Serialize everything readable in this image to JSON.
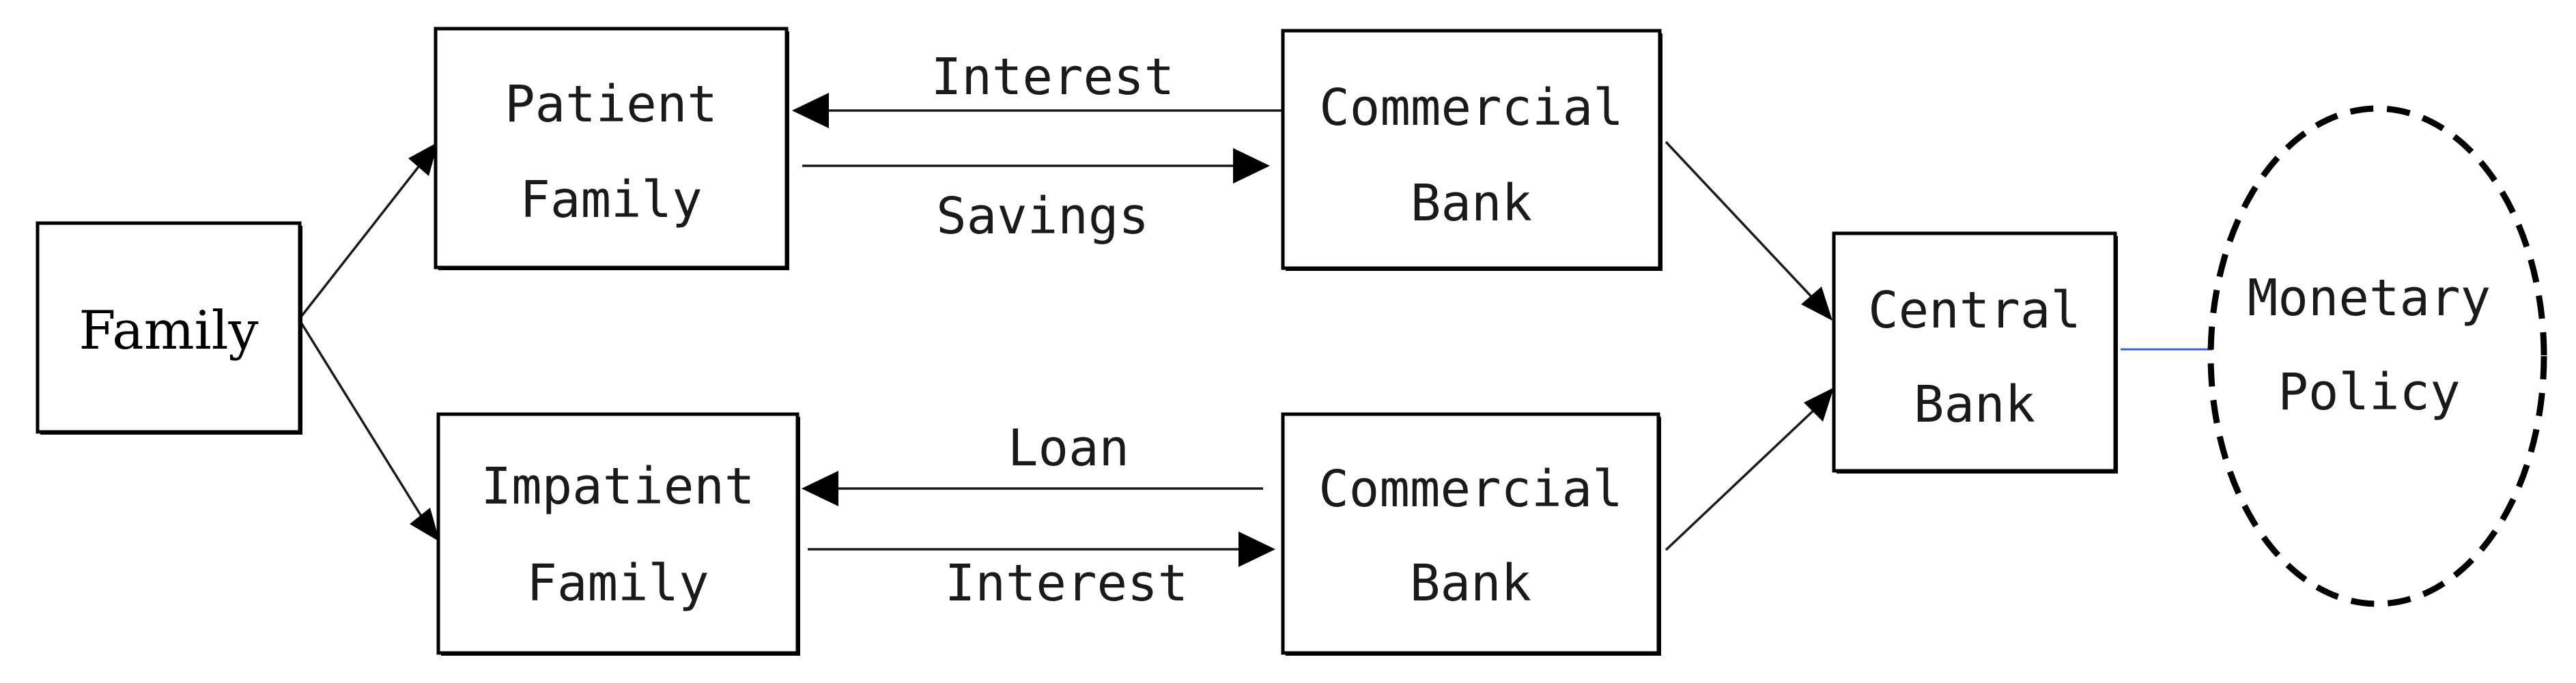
{
  "nodes": {
    "family": {
      "label": "Family"
    },
    "patient_family": {
      "line1": "Patient",
      "line2": "Family"
    },
    "impatient_family": {
      "line1": "Impatient",
      "line2": "Family"
    },
    "commercial_bank_top": {
      "line1": "Commercial",
      "line2": "Bank"
    },
    "commercial_bank_bottom": {
      "line1": "Commercial",
      "line2": "Bank"
    },
    "central_bank": {
      "line1": "Central",
      "line2": "Bank"
    },
    "monetary_policy": {
      "line1": "Monetary",
      "line2": "Policy"
    }
  },
  "edges": {
    "top_interest": "Interest",
    "top_savings": "Savings",
    "bottom_loan": "Loan",
    "bottom_interest": "Interest"
  },
  "colors": {
    "stroke": "#000000",
    "policy_link": "#3a5fd0"
  }
}
